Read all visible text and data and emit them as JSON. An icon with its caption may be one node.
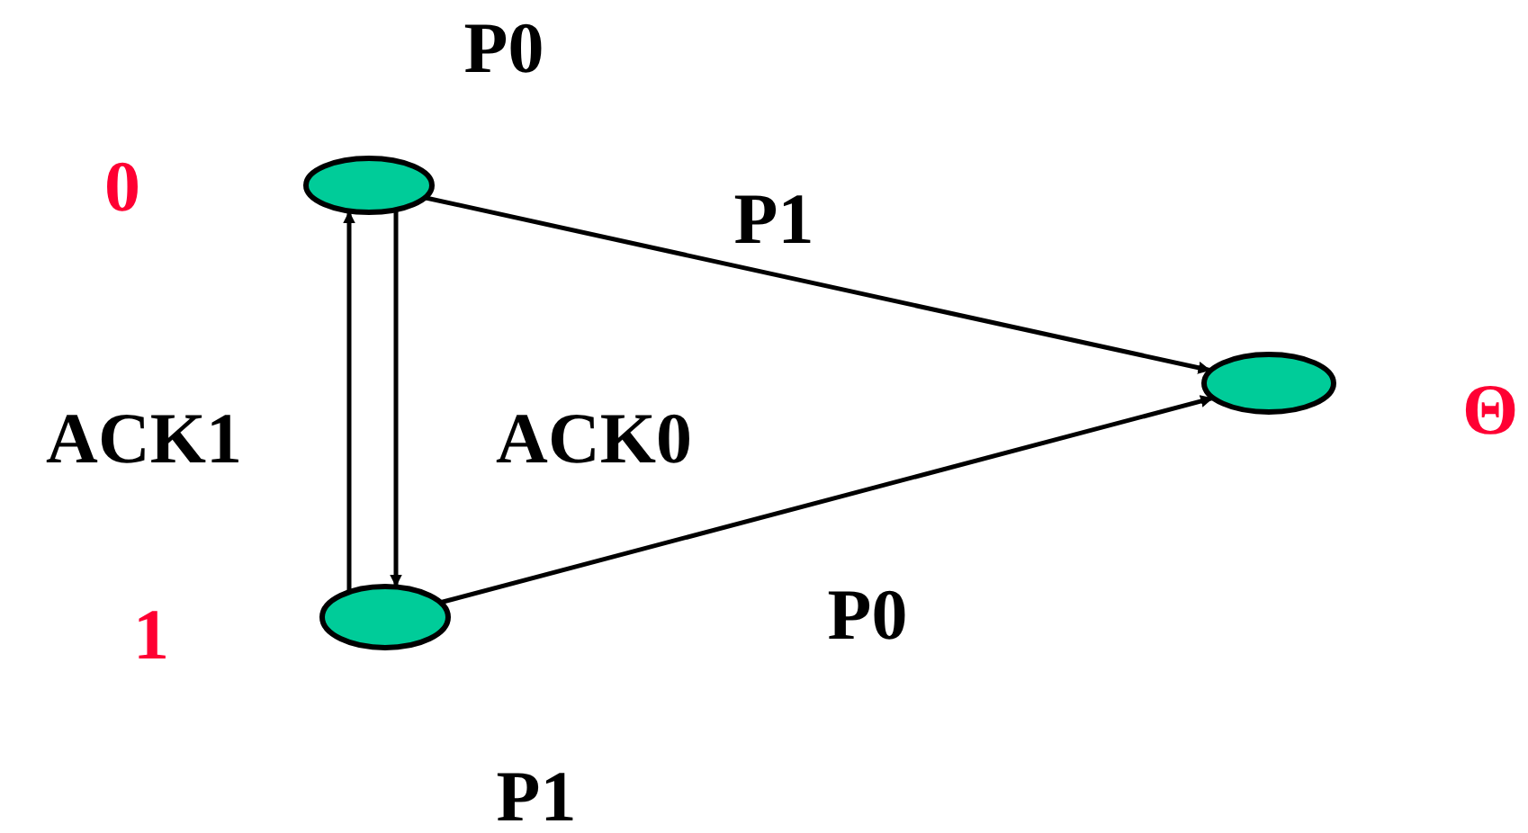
{
  "diagram": {
    "nodes": [
      {
        "text": [],
        "shape": "ellipse",
        "beside": [
          "0"
        ]
      },
      {
        "text": [],
        "shape": "ellipse",
        "beside": [
          "1"
        ]
      },
      {
        "text": [],
        "shape": "ellipse",
        "beside": [
          "Θ"
        ]
      }
    ],
    "edges": [
      {
        "from": 0,
        "to": 2,
        "arrow": "to",
        "label": "P1"
      },
      {
        "from": 1,
        "to": 2,
        "arrow": "to",
        "label": "P0"
      },
      {
        "from": 1,
        "to": 0,
        "arrow": "to",
        "label": "ACK1"
      },
      {
        "from": 0,
        "to": 1,
        "arrow": "to",
        "label": "ACK0"
      }
    ],
    "labels": [
      "P0",
      "P1"
    ]
  }
}
